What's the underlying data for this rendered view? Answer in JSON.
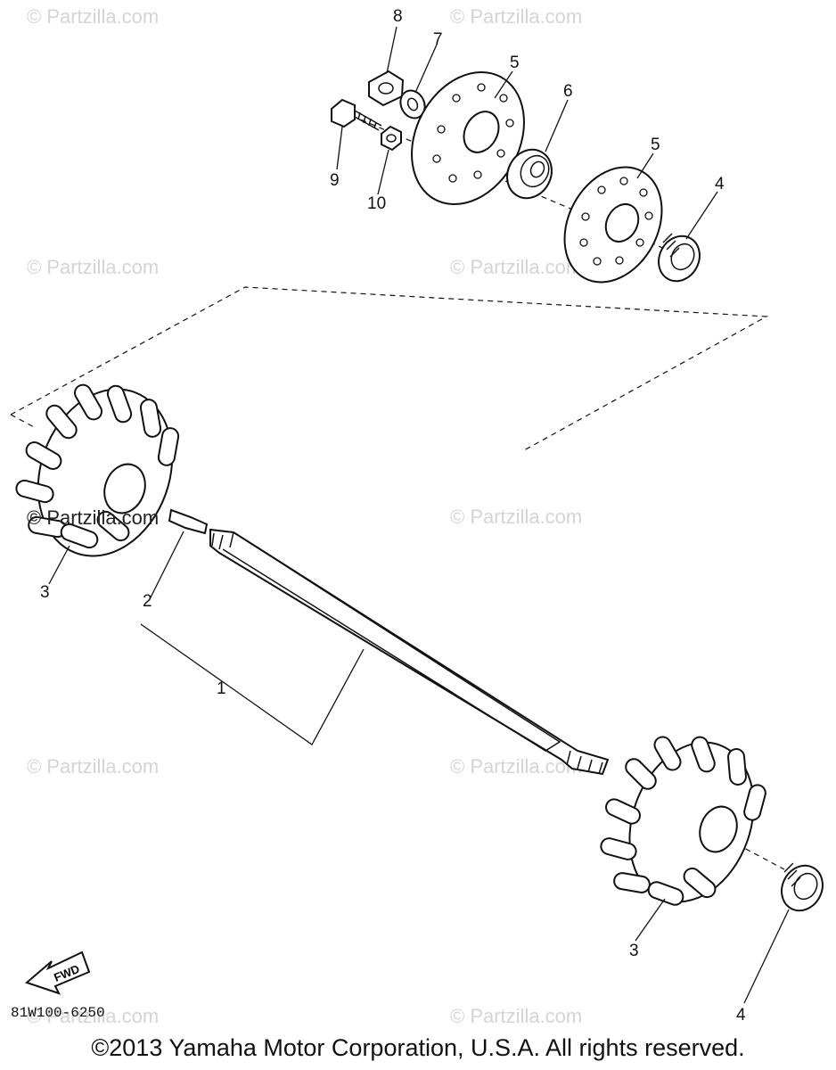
{
  "watermark": "© Partzilla.com",
  "callouts": [
    "8",
    "7",
    "5",
    "6",
    "5",
    "4",
    "9",
    "10",
    "3",
    "2",
    "1",
    "3",
    "4"
  ],
  "diagram_code": "81W100-6250",
  "fwd_label": "FWD",
  "copyright": "©2013 Yamaha Motor Corporation, U.S.A. All rights reserved."
}
